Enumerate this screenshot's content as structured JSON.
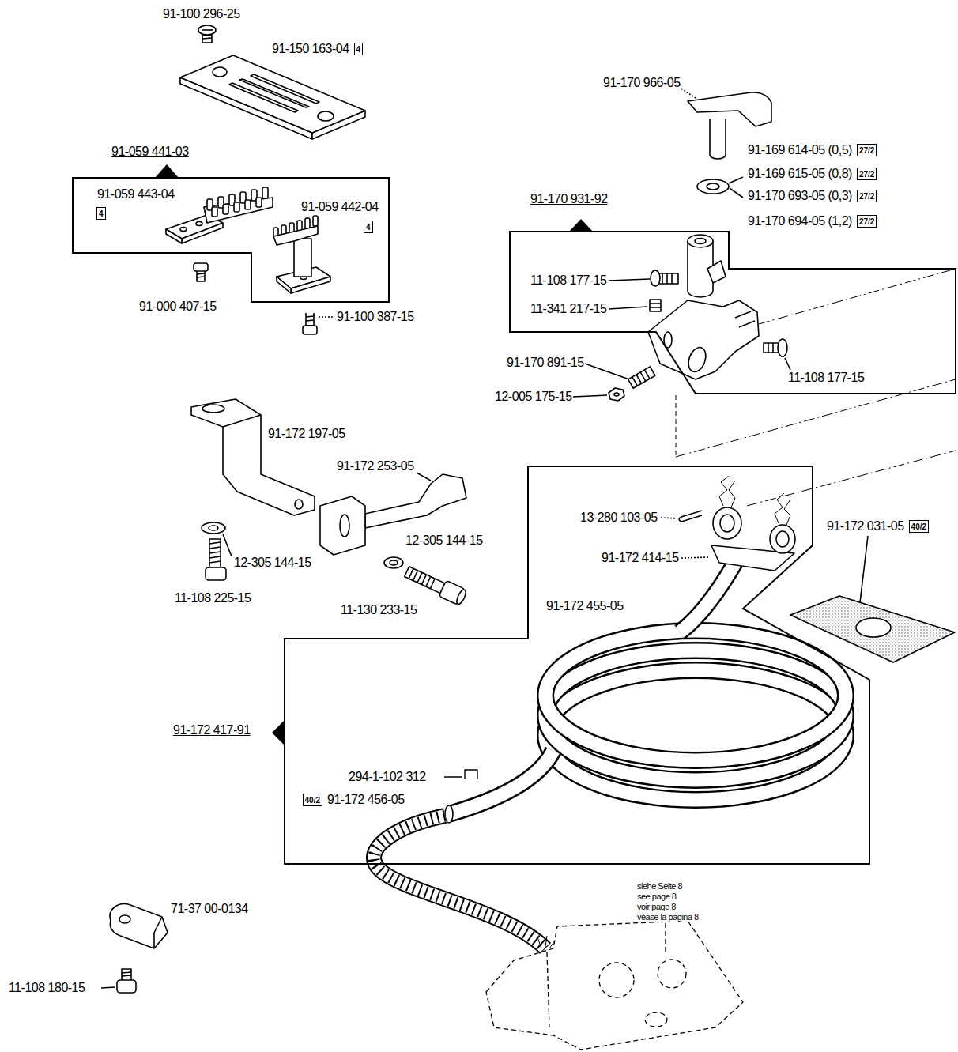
{
  "diagram": {
    "nodes": [
      {
        "text": [
          "4"
        ]
      },
      {
        "text": [
          "91-059 441-03"
        ]
      },
      {
        "text": [
          "4"
        ],
        "in": 1
      },
      {
        "text": [
          "4"
        ],
        "in": 1
      },
      {
        "text": [
          "27/2"
        ]
      },
      {
        "text": [
          "27/2"
        ]
      },
      {
        "text": [
          "27/2"
        ]
      },
      {
        "text": [
          "27/2"
        ]
      },
      {
        "text": [
          "91-170 931-92"
        ]
      },
      {
        "text": [
          "91-172 417-91"
        ]
      },
      {
        "text": [
          "40/2"
        ]
      },
      {
        "text": [
          "40/2"
        ],
        "in": 9
      }
    ],
    "labels": [
      "91-100 296-25",
      "91-150 163-04",
      "91-059 443-04",
      "91-059 442-04",
      "91-000 407-15",
      "91-100 387-15",
      "91-170 966-05",
      "91-169 614-05 (0,5)",
      "91-169 615-05 (0,8)",
      "91-170 693-05 (0,3)",
      "91-170 694-05 (1,2)",
      "11-108 177-15",
      "11-341 217-15",
      "91-170 891-15",
      "12-005 175-15",
      "11-108 177-15",
      "91-172 197-05",
      "91-172 253-05",
      "12-305 144-15",
      "12-305 144-15",
      "11-108 225-15",
      "11-130 233-15",
      "13-280 103-05",
      "91-172 414-15",
      "91-172 031-05",
      "91-172 455-05",
      "294-1-102 312",
      "91-172 456-05",
      "71-37 00-0134",
      "11-108 180-15",
      "siehe Seite 8",
      "see page 8",
      "voir page 8",
      "véase la página 8"
    ]
  }
}
